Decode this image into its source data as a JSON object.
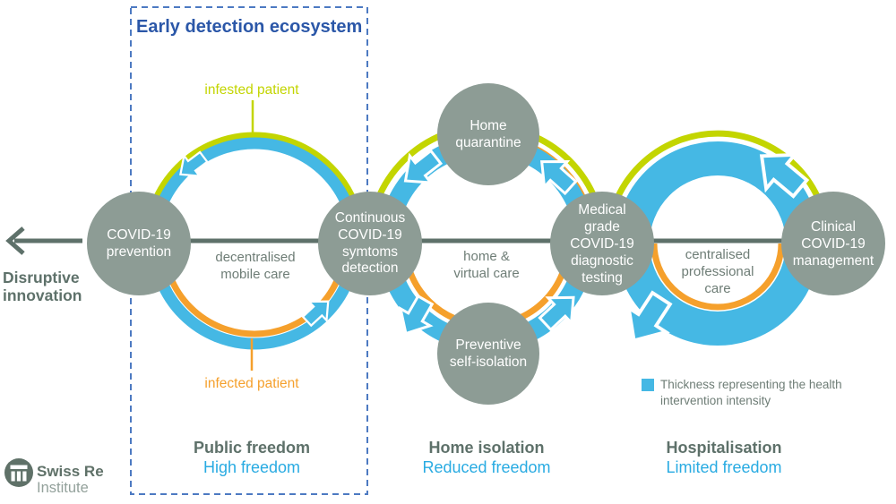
{
  "title": "Early detection ecosystem",
  "disruptive": {
    "line1": "Disruptive",
    "line2": "innovation"
  },
  "nodes": [
    {
      "id": "covid-prevention",
      "lines": [
        "COVID-19",
        "prevention"
      ]
    },
    {
      "id": "continuous-detection",
      "lines": [
        "Continuous",
        "COVID-19",
        "symtoms",
        "detection"
      ]
    },
    {
      "id": "home-quarantine",
      "lines": [
        "Home",
        "quarantine"
      ]
    },
    {
      "id": "preventive-isolation",
      "lines": [
        "Preventive",
        "self-isolation"
      ]
    },
    {
      "id": "diagnostic-testing",
      "lines": [
        "Medical",
        "grade",
        "COVID-19",
        "diagnostic",
        "testing"
      ]
    },
    {
      "id": "clinical-management",
      "lines": [
        "Clinical",
        "COVID-19",
        "management"
      ]
    }
  ],
  "care": [
    {
      "lines": [
        "decentralised",
        "mobile care"
      ]
    },
    {
      "lines": [
        "home &",
        "virtual care"
      ]
    },
    {
      "lines": [
        "centralised",
        "professional",
        "care"
      ]
    }
  ],
  "patients": {
    "infested": "infested patient",
    "infected": "infected patient"
  },
  "stages": [
    {
      "name": "Public freedom",
      "freedom": "High freedom"
    },
    {
      "name": "Home isolation",
      "freedom": "Reduced freedom"
    },
    {
      "name": "Hospitalisation",
      "freedom": "Limited freedom"
    }
  ],
  "legend": {
    "line1": "Thickness representing the health",
    "line2": "intervention intensity"
  },
  "logo": {
    "brand": "Swiss Re",
    "sub": "Institute"
  },
  "colors": {
    "blue": "#45b8e4",
    "green": "#c3d500",
    "orange": "#f5a02c",
    "node": "#8d9c95",
    "dark": "#5e716a",
    "gray": "#6e7d76",
    "title_blue": "#2b57a8",
    "dash_blue": "#4d7ac2",
    "cyan": "#29abe2",
    "logo": "#5f7168",
    "logo_sub": "#93a19b"
  }
}
